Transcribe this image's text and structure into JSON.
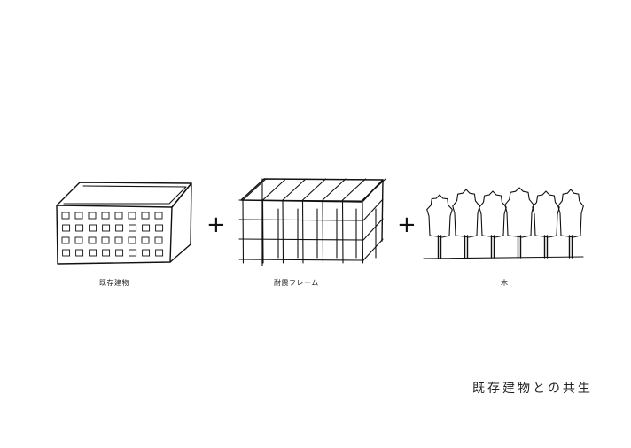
{
  "items": [
    {
      "label": "既存建物",
      "icon": "existing-building-icon"
    },
    {
      "label": "耐震フレーム",
      "icon": "seismic-frame-icon"
    },
    {
      "label": "木",
      "icon": "trees-icon"
    }
  ],
  "operators": [
    "+",
    "+"
  ],
  "caption": "既存建物との共生"
}
